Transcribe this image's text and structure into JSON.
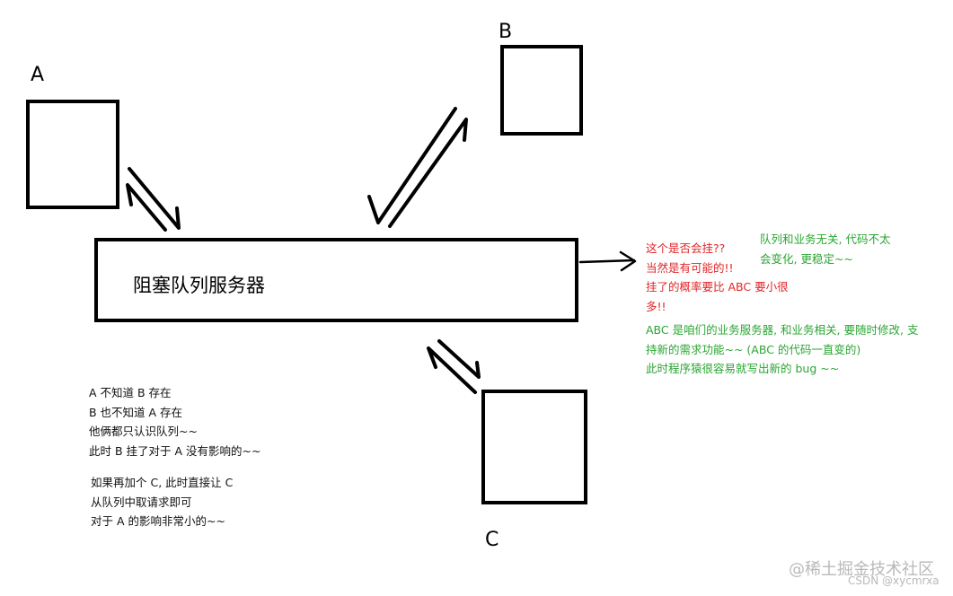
{
  "labels": {
    "a": "A",
    "b": "B",
    "c": "C"
  },
  "queue": {
    "title": "阻塞队列服务器"
  },
  "notes": {
    "red": "这个是否会挂??\n当然是有可能的!!\n挂了的概率要比 ABC 要小很\n多!!",
    "green_top": "队列和业务无关, 代码不太\n会变化, 更稳定~~",
    "green_bottom": "ABC 是咱们的业务服务器, 和业务相关, 要随时修改, 支\n持新的需求功能~~ (ABC 的代码一直变的)\n此时程序猿很容易就写出新的 bug ~~",
    "black_top": "A 不知道 B 存在\nB 也不知道 A 存在\n他俩都只认识队列~~\n此时 B 挂了对于 A 没有影响的~~",
    "black_bottom": "如果再加个 C, 此时直接让 C\n从队列中取请求即可\n对于 A 的影响非常小的~~"
  },
  "watermark": {
    "site": "@稀土掘金技术社区",
    "csdn": "CSDN @xycmrxa"
  },
  "colors": {
    "note_red": "#e0262a",
    "note_green": "#2aa632",
    "stroke": "#000000",
    "watermark": "#b9b9b9"
  }
}
